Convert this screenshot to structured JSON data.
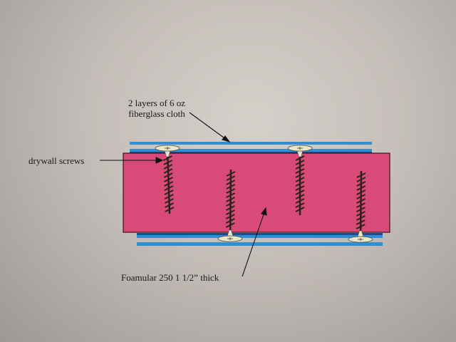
{
  "labels": {
    "fiberglass_line1": "2 layers of 6 oz",
    "fiberglass_line2": "fiberglass cloth",
    "drywall_screws": "drywall screws",
    "foamular": "Foamular 250  1 1/2” thick"
  },
  "colors": {
    "foam": "#d84a78",
    "foam_edge": "#3a1420",
    "cloth_blue": "#2f8fd4",
    "cloth_dark": "#1d4f8a",
    "screw_head": "#e9e7c8",
    "screw_thread": "#2a2320"
  }
}
